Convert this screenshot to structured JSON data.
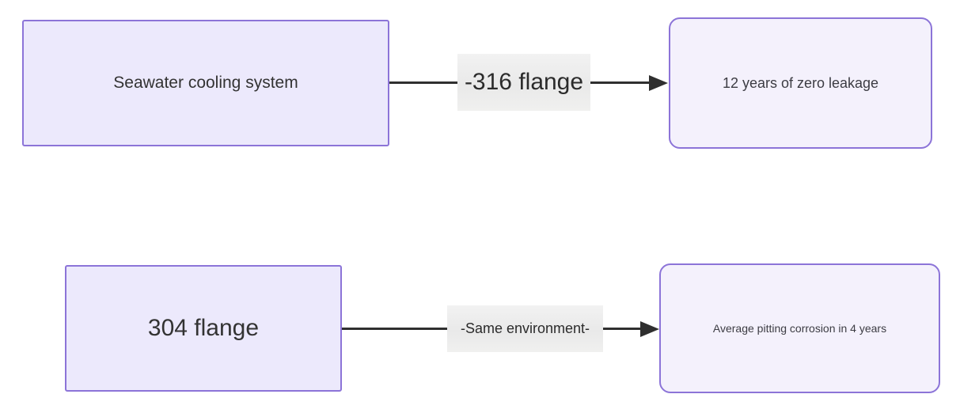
{
  "diagram": {
    "rows": [
      {
        "source_label": "Seawater cooling system",
        "edge_label": "-316 flange",
        "target_label": "12 years of zero leakage"
      },
      {
        "source_label": "304 flange",
        "edge_label": "-Same environment-",
        "target_label": "Average pitting corrosion in 4 years"
      }
    ],
    "colors": {
      "source_node_fill": "#ece9fc",
      "target_node_fill": "#f4f1fc",
      "node_border": "#8c74d8",
      "edge_color": "#2f2f2f",
      "edge_label_background": "#ececec",
      "text": "#333333"
    }
  }
}
